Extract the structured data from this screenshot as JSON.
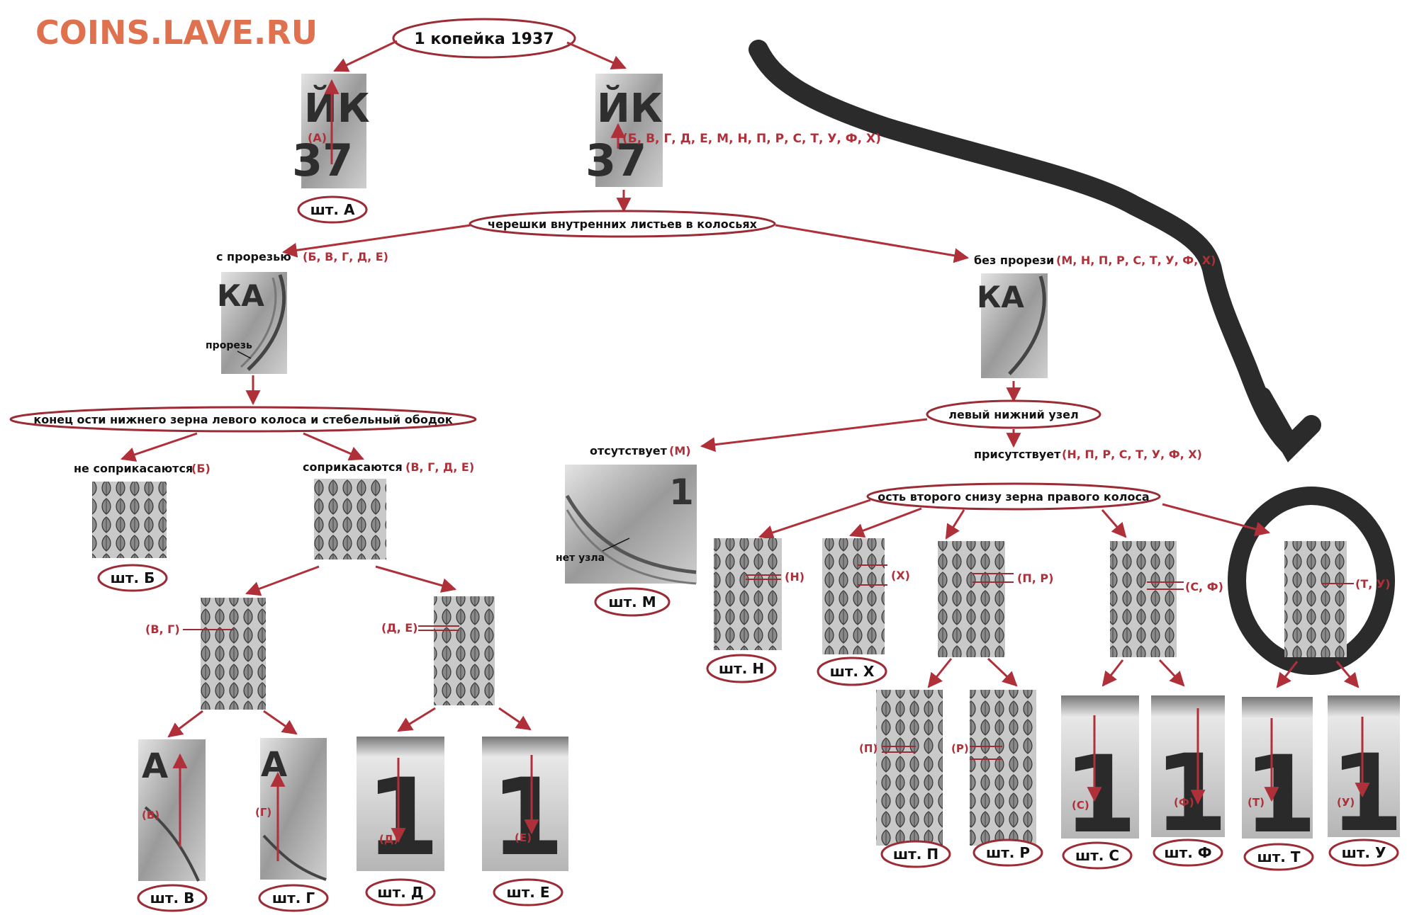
{
  "header": {
    "site": "COINS.LAVE.RU"
  },
  "root": "1 копейка 1937",
  "colors": {
    "accent": "#b0303a",
    "site": "#e0714f",
    "ink": "#111111",
    "marker": "#2b2b2b"
  },
  "top": {
    "left_mark": "(А)",
    "right_mark": "(Б, В, Г, Д, Е, М, Н, П, Р, С, Т, У, Ф, Х)",
    "photo_letters": "ЙК",
    "photo_digits": "37"
  },
  "q1": "черешки внутренних листьев в колосьях",
  "q1_left": {
    "label": "с прорезью",
    "mark": "(Б, В, Г, Д, Е)",
    "note": "прорезь"
  },
  "q1_right": {
    "label": "без прорези",
    "mark": "(М, Н, П, Р, С, Т, У, Ф, Х)"
  },
  "q2": "конец ости нижнего зерна левого колоса и стебельный ободок",
  "q2_left": {
    "label": "не соприкасаются",
    "mark": "(Б)"
  },
  "q2_right": {
    "label": "соприкасаются",
    "mark": "(В, Г, Д, Е)"
  },
  "q3": "левый нижний узел",
  "q3_left": {
    "label": "отсутствует",
    "mark": "(М)",
    "note": "нет узла"
  },
  "q3_right": {
    "label": "присутствует",
    "mark": "(Н, П, Р, С, Т, У, Ф, Х)"
  },
  "q4": "ость второго снизу зерна правого колоса",
  "marks": {
    "vg": "(В, Г)",
    "de": "(Д, Е)",
    "n": "(Н)",
    "h": "(Х)",
    "pr": "(П, Р)",
    "sf": "(С, Ф)",
    "tu": "(Т, У)",
    "v": "(В)",
    "g": "(Г)",
    "d": "(Д)",
    "e": "(Е)",
    "p": "(П)",
    "r": "(Р)",
    "s": "(С)",
    "f": "(Ф)",
    "t": "(Т)",
    "u": "(У)"
  },
  "photo_text": {
    "ka": "КА",
    "a": "А",
    "one": "1"
  },
  "stamps": {
    "a": "шт. А",
    "b": "шт. Б",
    "v": "шт. В",
    "g": "шт. Г",
    "d": "шт. Д",
    "e": "шт. Е",
    "m": "шт. М",
    "n": "шт. Н",
    "h": "шт. Х",
    "p": "шт. П",
    "r": "шт. Р",
    "s": "шт. С",
    "f": "шт. Ф",
    "t": "шт. Т",
    "u": "шт. У"
  }
}
